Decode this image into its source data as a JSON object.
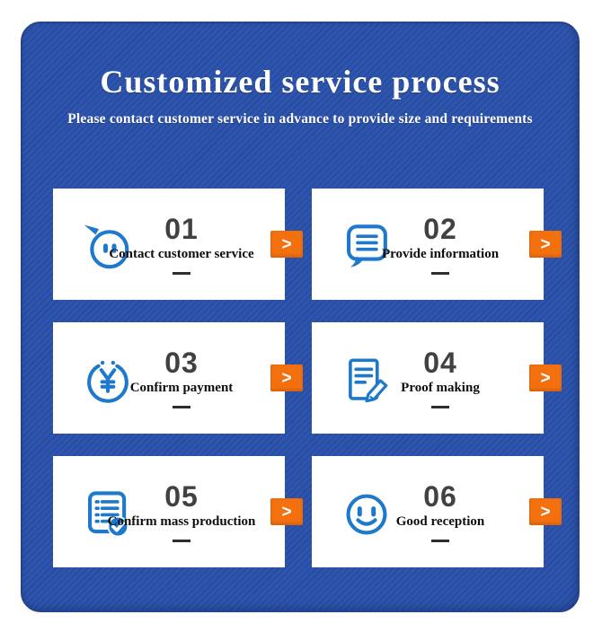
{
  "header": {
    "title": "Customized service process",
    "subtitle": "Please contact customer service in advance to provide size and requirements"
  },
  "steps": [
    {
      "number": "01",
      "label": "Contact customer service",
      "icon": "chat-smiley-icon",
      "arrow": ">"
    },
    {
      "number": "02",
      "label": "Provide information",
      "icon": "speech-bubble-lines-icon",
      "arrow": ">"
    },
    {
      "number": "03",
      "label": "Confirm payment",
      "icon": "yen-coin-icon",
      "arrow": ">"
    },
    {
      "number": "04",
      "label": "Proof making",
      "icon": "document-pencil-icon",
      "arrow": ">"
    },
    {
      "number": "05",
      "label": "Confirm mass production",
      "icon": "checklist-check-icon",
      "arrow": ">"
    },
    {
      "number": "06",
      "label": "Good reception",
      "icon": "smiley-face-icon",
      "arrow": ">"
    }
  ],
  "colors": {
    "panel_blue": "#2e55ae",
    "icon_blue": "#1e78cc",
    "arrow_orange": "#f2700e",
    "number_gray": "#414141",
    "label_black": "#0e0e0e",
    "dash_dark": "#2e2e2e",
    "card_white": "#ffffff",
    "text_white": "#ffffff"
  }
}
